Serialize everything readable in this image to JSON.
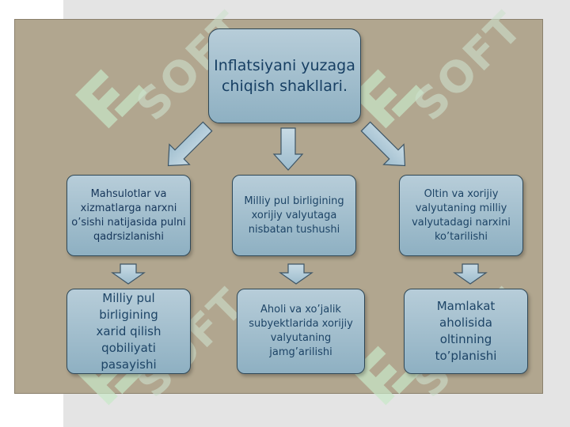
{
  "diagram": {
    "title": "Inflatsiyani yuzaga chiqish shakllari.",
    "causes": [
      "Mahsulotlar  va xizmatlarga narxni o’sishi natijasida pulni qadrsizlanishi",
      "Milliy pul birligining xorijiy valyutaga nisbatan tushushi",
      "Oltin va xorijiy valyutaning milliy valyutadagi narxini ko’tarilishi"
    ],
    "effects": [
      "Milliy pul birligining xarid qilish qobiliyati pasayishi",
      "Aholi va xo’jalik subyektlarida xorijiy valyutaning jamg’arilishi",
      "Mamlakat aholisida oltinning to’planishi"
    ]
  },
  "watermark": {
    "text": "SOFT",
    "icon": "soft-logo-icon"
  },
  "colors": {
    "slide": "#b1a68f",
    "box": "#9fbccb",
    "arrow": "#a9c6d6"
  }
}
